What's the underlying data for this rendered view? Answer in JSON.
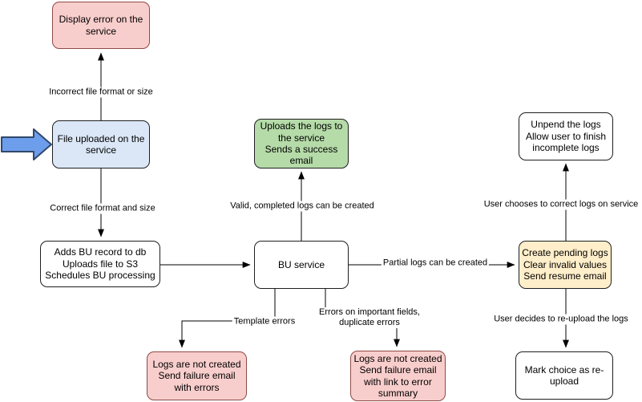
{
  "diagram": {
    "title": "File upload / BU service flowchart",
    "background": "#ffffff",
    "line_color": "#000000",
    "nodes": [
      {
        "id": "display-error-on-service",
        "type": "error",
        "text": "Display error on the\nservice",
        "fill": "#f8cecc",
        "border": "#8f4a46"
      },
      {
        "id": "file-uploaded-on-service",
        "type": "start",
        "text": "File uploaded on the\nservice",
        "fill": "#dbe7f7",
        "border": "#1f1f1f"
      },
      {
        "id": "adds-bu-record",
        "type": "process",
        "text": "Adds BU record to db\nUploads file to S3\nSchedules BU processing",
        "fill": "#ffffff",
        "border": "#1f1f1f"
      },
      {
        "id": "bu-service",
        "type": "process",
        "text": "BU service",
        "fill": "#ffffff",
        "border": "#1f1f1f"
      },
      {
        "id": "uploads-logs-success",
        "type": "success",
        "text": "Uploads the logs to\nthe service\nSends a success\nemail",
        "fill": "#b5dba8",
        "border": "#1f1f1f"
      },
      {
        "id": "unpend-logs",
        "type": "process",
        "text": "Unpend the logs\nAllow user to finish\nincomplete logs",
        "fill": "#ffffff",
        "border": "#1f1f1f"
      },
      {
        "id": "create-pending-logs",
        "type": "warning",
        "text": "Create pending logs\nClear invalid values\nSend resume email",
        "fill": "#ffeeca",
        "border": "#1f1f1f"
      },
      {
        "id": "mark-choice-reupload",
        "type": "process",
        "text": "Mark choice as re-\nupload",
        "fill": "#ffffff",
        "border": "#1f1f1f"
      },
      {
        "id": "logs-not-created-errors",
        "type": "error",
        "text": "Logs are not created\nSend failure email\nwith errors",
        "fill": "#f8cecc",
        "border": "#8f4a46"
      },
      {
        "id": "logs-not-created-summary",
        "type": "error",
        "text": "Logs are not created\nSend failure email\nwith link to error\nsummary",
        "fill": "#f8cecc",
        "border": "#8f4a46"
      }
    ],
    "edge_labels": [
      {
        "id": "incorrect-format",
        "text": "Incorrect file format or size"
      },
      {
        "id": "correct-format",
        "text": "Correct file format and size"
      },
      {
        "id": "valid-completed",
        "text": "Valid, completed logs can be created"
      },
      {
        "id": "partial-logs",
        "text": "Partial logs can be created"
      },
      {
        "id": "template-errors",
        "text": "Template errors"
      },
      {
        "id": "important-field-errors",
        "text": "Errors on important fields,\nduplicate errors"
      },
      {
        "id": "user-chooses-correct",
        "text": "User chooses to correct logs on service"
      },
      {
        "id": "user-decides-reupload",
        "text": "User decides to re-upload the logs"
      }
    ],
    "icons": {
      "start_pointer": {
        "name": "block-arrow-right-icon",
        "fill": "#6d9eeb",
        "border": "#31486b"
      }
    }
  }
}
